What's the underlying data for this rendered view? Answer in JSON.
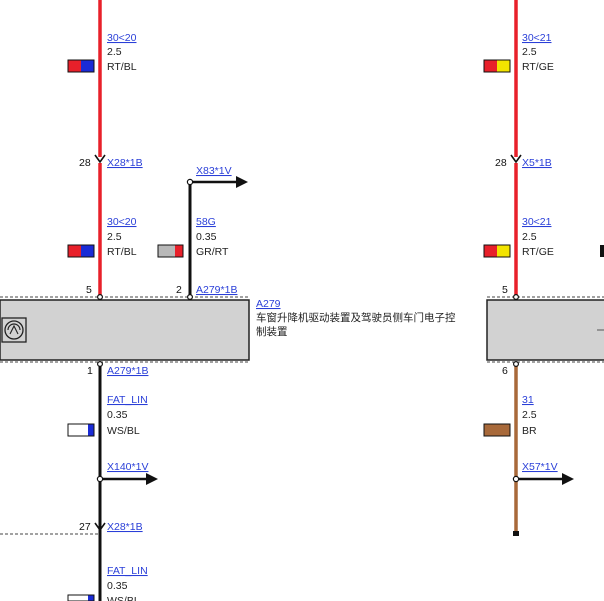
{
  "colors": {
    "rt": "#e8202a",
    "bl": "#1a2bd6",
    "ge": "#f2e400",
    "gr": "#b8b8b8",
    "ws": "#ffffff",
    "br": "#a8693a",
    "black": "#000000",
    "module_fill": "#d2d2d2",
    "link": "#2a3fd8"
  },
  "wires": {
    "left_top": {
      "circuit": "30<20",
      "gauge": "2.5",
      "color": "RT/BL"
    },
    "right_top": {
      "circuit": "30<21",
      "gauge": "2.5",
      "color": "RT/GE"
    },
    "left_mid": {
      "circuit": "30<20",
      "gauge": "2.5",
      "color": "RT/BL"
    },
    "right_mid": {
      "circuit": "30<21",
      "gauge": "2.5",
      "color": "RT/GE"
    },
    "w58g": {
      "circuit": "58G",
      "gauge": "0.35",
      "color": "GR/RT"
    },
    "fat_lin_1": {
      "circuit": "FAT_LIN",
      "gauge": "0.35",
      "color": "WS/BL"
    },
    "w31": {
      "circuit": "31",
      "gauge": "2.5",
      "color": "BR"
    },
    "fat_lin_2": {
      "circuit": "FAT_LIN",
      "gauge": "0.35",
      "color": "WS/BL"
    }
  },
  "connectors": {
    "x28_left": {
      "pin": "28",
      "name": "X28*1B"
    },
    "x5_right": {
      "pin": "28",
      "name": "X5*1B"
    },
    "x83": {
      "name": "X83*1V"
    },
    "a279_pin5_left": {
      "pin": "5"
    },
    "a279_pin2": {
      "pin": "2",
      "name": "A279*1B"
    },
    "a279_pin5_right": {
      "pin": "5"
    },
    "a279_pin1": {
      "pin": "1",
      "name": "A279*1B"
    },
    "right_pin6": {
      "pin": "6"
    },
    "x140": {
      "name": "X140*1V"
    },
    "x57": {
      "name": "X57*1V"
    },
    "x28_bottom": {
      "pin": "27",
      "name": "X28*1B"
    }
  },
  "module": {
    "id": "A279",
    "description_line1": "车窗升降机驱动装置及驾驶员侧车门电子控",
    "description_line2": "制装置",
    "icon": "motor-icon"
  }
}
